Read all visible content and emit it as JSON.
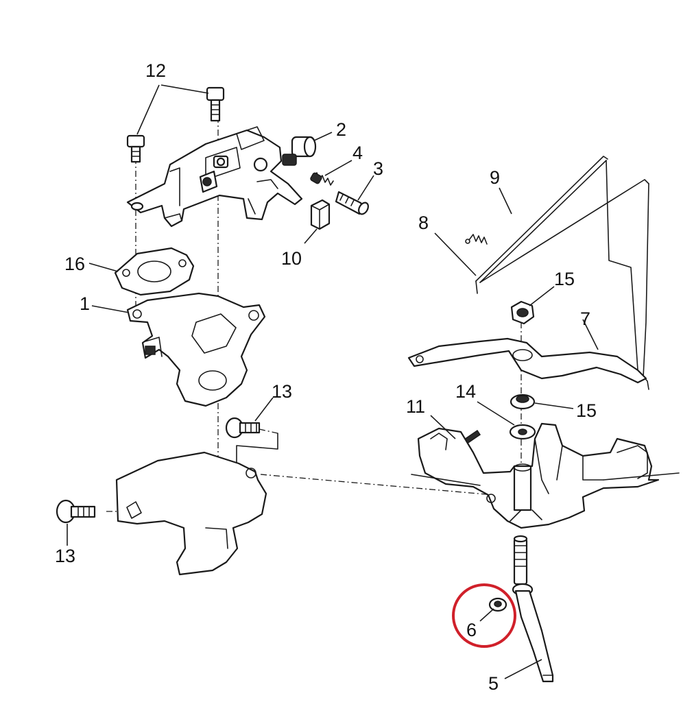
{
  "colors": {
    "line": "#1a1a1a",
    "highlight": "#d0202a",
    "background": "#ffffff"
  },
  "callouts": [
    {
      "key": "c12",
      "label": "12"
    },
    {
      "key": "c2",
      "label": "2"
    },
    {
      "key": "c4",
      "label": "4"
    },
    {
      "key": "c3",
      "label": "3"
    },
    {
      "key": "c10",
      "label": "10"
    },
    {
      "key": "c16",
      "label": "16"
    },
    {
      "key": "c1",
      "label": "1"
    },
    {
      "key": "c9",
      "label": "9"
    },
    {
      "key": "c8",
      "label": "8"
    },
    {
      "key": "c15a",
      "label": "15"
    },
    {
      "key": "c7",
      "label": "7"
    },
    {
      "key": "c13a",
      "label": "13"
    },
    {
      "key": "c11",
      "label": "11"
    },
    {
      "key": "c14",
      "label": "14"
    },
    {
      "key": "c15b",
      "label": "15"
    },
    {
      "key": "c13b",
      "label": "13"
    },
    {
      "key": "c6",
      "label": "6"
    },
    {
      "key": "c5",
      "label": "5"
    }
  ],
  "highlighted_part": "6"
}
